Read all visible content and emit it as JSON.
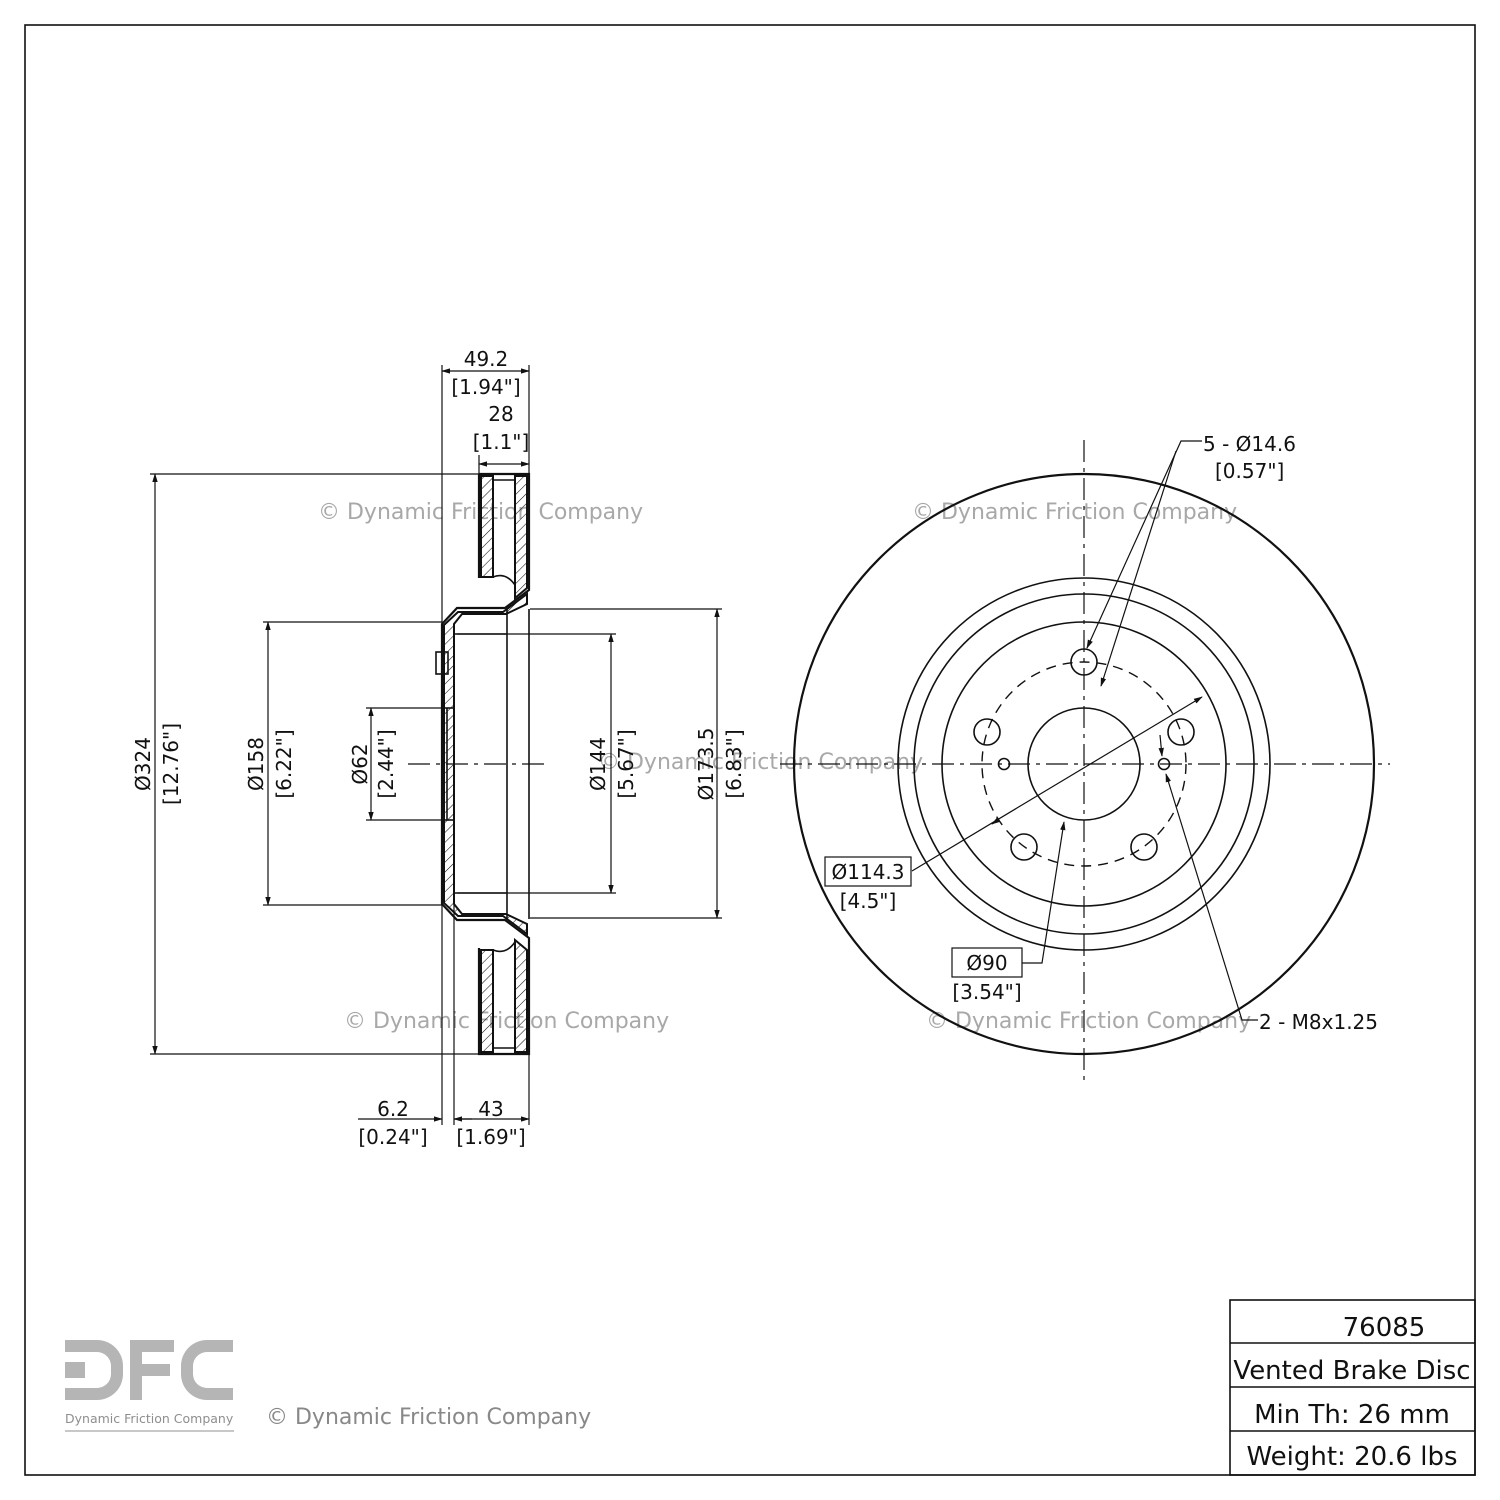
{
  "watermark": "© Dynamic Friction Company",
  "logo": {
    "company": "Dynamic Friction Company",
    "mark": "DFC"
  },
  "title_block": {
    "part_number": "76085",
    "description": "Vented Brake Disc",
    "min_thickness": "Min Th: 26 mm",
    "weight": "Weight: 20.6 lbs"
  },
  "side_view": {
    "overall_width": {
      "mm": "49.2",
      "in": "[1.94\"]"
    },
    "disc_thickness": {
      "mm": "28",
      "in": "[1.1\"]"
    },
    "outer_diameter": {
      "mm": "Ø324",
      "in": "[12.76\"]"
    },
    "hat_diameter": {
      "mm": "Ø158",
      "in": "[6.22\"]"
    },
    "center_bore": {
      "mm": "Ø62",
      "in": "[2.44\"]"
    },
    "inner_diameter": {
      "mm": "Ø144",
      "in": "[5.67\"]"
    },
    "hat_outer_diameter": {
      "mm": "Ø173.5",
      "in": "[6.83\"]"
    },
    "hub_face_thickness": {
      "mm": "6.2",
      "in": "[0.24\"]"
    },
    "hat_height": {
      "mm": "43",
      "in": "[1.69\"]"
    }
  },
  "front_view": {
    "bolt_holes": {
      "mm": "5 - Ø14.6",
      "in": "[0.57\"]"
    },
    "bolt_circle": {
      "mm": "Ø114.3",
      "in": "[4.5\"]"
    },
    "pilot": {
      "mm": "Ø90",
      "in": "[3.54\"]"
    },
    "threaded_holes": "2 - M8x1.25"
  }
}
